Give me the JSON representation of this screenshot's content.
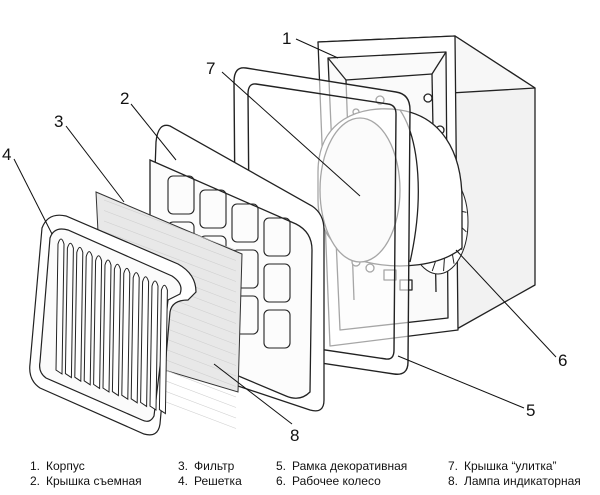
{
  "callouts": {
    "c1": "1",
    "c2": "2",
    "c3": "3",
    "c4": "4",
    "c5": "5",
    "c6": "6",
    "c7": "7",
    "c8": "8"
  },
  "legend": [
    {
      "num": "1.",
      "text": "Корпус"
    },
    {
      "num": "2.",
      "text": "Крышка съемная"
    },
    {
      "num": "3.",
      "text": "Фильтр"
    },
    {
      "num": "4.",
      "text": "Решетка"
    },
    {
      "num": "5.",
      "text": "Рамка декоративная"
    },
    {
      "num": "6.",
      "text": "Рабочее колесо"
    },
    {
      "num": "7.",
      "text": "Крышка “улитка”"
    },
    {
      "num": "8.",
      "text": "Лампа индикаторная"
    }
  ]
}
